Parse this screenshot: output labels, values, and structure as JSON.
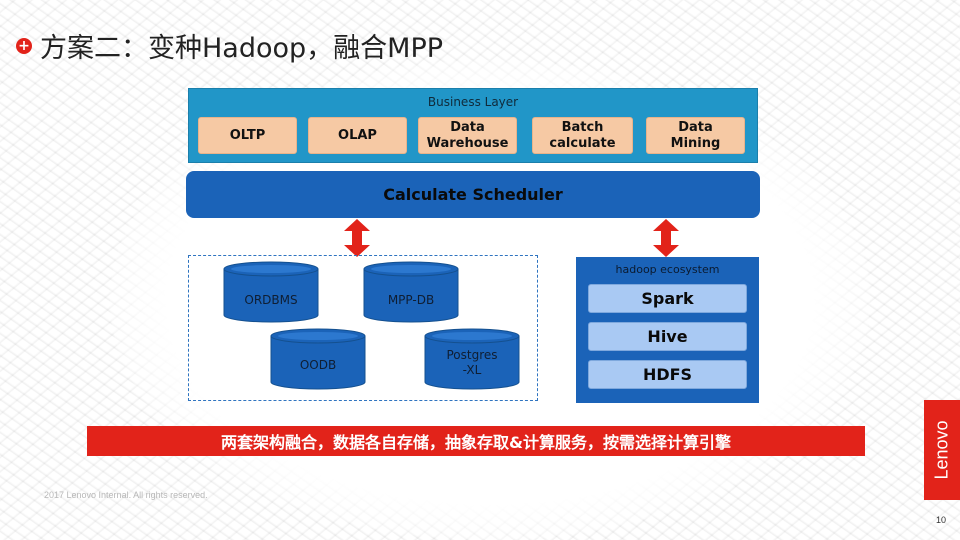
{
  "title": "方案二：变种Hadoop，融合MPP",
  "business_layer": {
    "label": "Business Layer",
    "items": [
      "OLTP",
      "OLAP",
      "Data\nWarehouse",
      "Batch\ncalculate",
      "Data\nMining"
    ]
  },
  "scheduler": "Calculate Scheduler",
  "databases": [
    "ORDBMS",
    "MPP-DB",
    "OODB",
    "Postgres\n-XL"
  ],
  "hadoop": {
    "label": "hadoop ecosystem",
    "items": [
      "Spark",
      "Hive",
      "HDFS"
    ]
  },
  "banner": "两套架构融合，数据各自存储，抽象存取&计算服务，按需选择计算引擎",
  "footer": "2017 Lenovo Internal. All rights reserved.",
  "brand": "Lenovo",
  "page_number": "10",
  "colors": {
    "business_layer": "#2196c8",
    "business_item": "#f6c9a4",
    "scheduler": "#1b63b8",
    "arrow": "#e2231a",
    "hadoop": "#1b63b8",
    "hadoop_item": "#a9c9f3",
    "banner": "#e2231a"
  }
}
